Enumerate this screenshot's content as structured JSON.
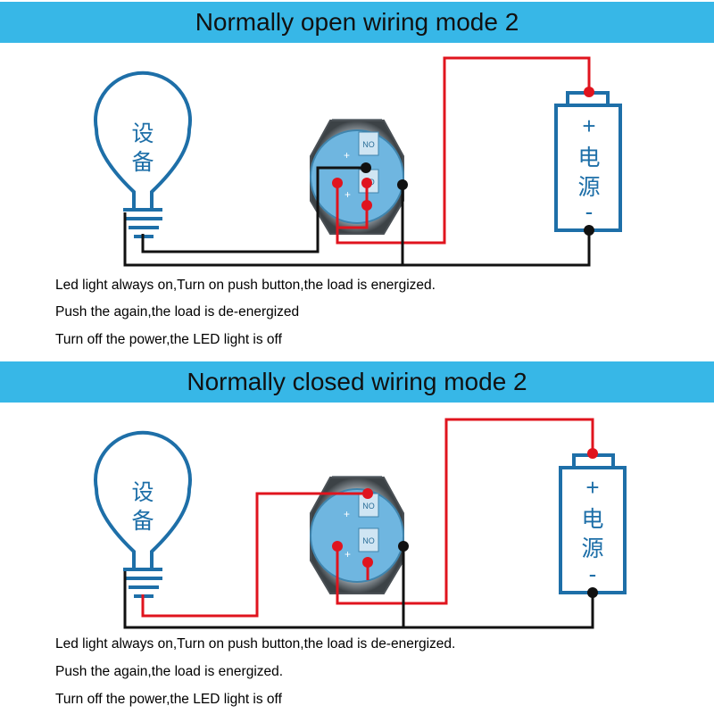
{
  "colors": {
    "banner": "#37b7e7",
    "outline": "#1e6fa8",
    "switch_face": "#6fb6e0",
    "wire_red": "#e0141e",
    "wire_black": "#111111"
  },
  "sections": [
    {
      "title": "Normally open wiring mode 2",
      "bulb_label": [
        "设",
        "备"
      ],
      "battery_labels": {
        "plus": "+",
        "chars": [
          "电",
          "源"
        ],
        "minus": "-"
      },
      "switch_labels": [
        "NO",
        "NO"
      ],
      "lines": [
        "Led light always on,Turn on push button,the load is energized.",
        "Push the again,the load is de-energized",
        "Turn off the power,the LED light is off"
      ]
    },
    {
      "title": "Normally closed wiring mode 2",
      "bulb_label": [
        "设",
        "备"
      ],
      "battery_labels": {
        "plus": "+",
        "chars": [
          "电",
          "源"
        ],
        "minus": "-"
      },
      "switch_labels": [
        "NO",
        "NO"
      ],
      "lines": [
        "Led light always on,Turn on push button,the load is de-energized.",
        "Push the again,the load is energized.",
        "Turn off the power,the LED light is off"
      ]
    }
  ]
}
